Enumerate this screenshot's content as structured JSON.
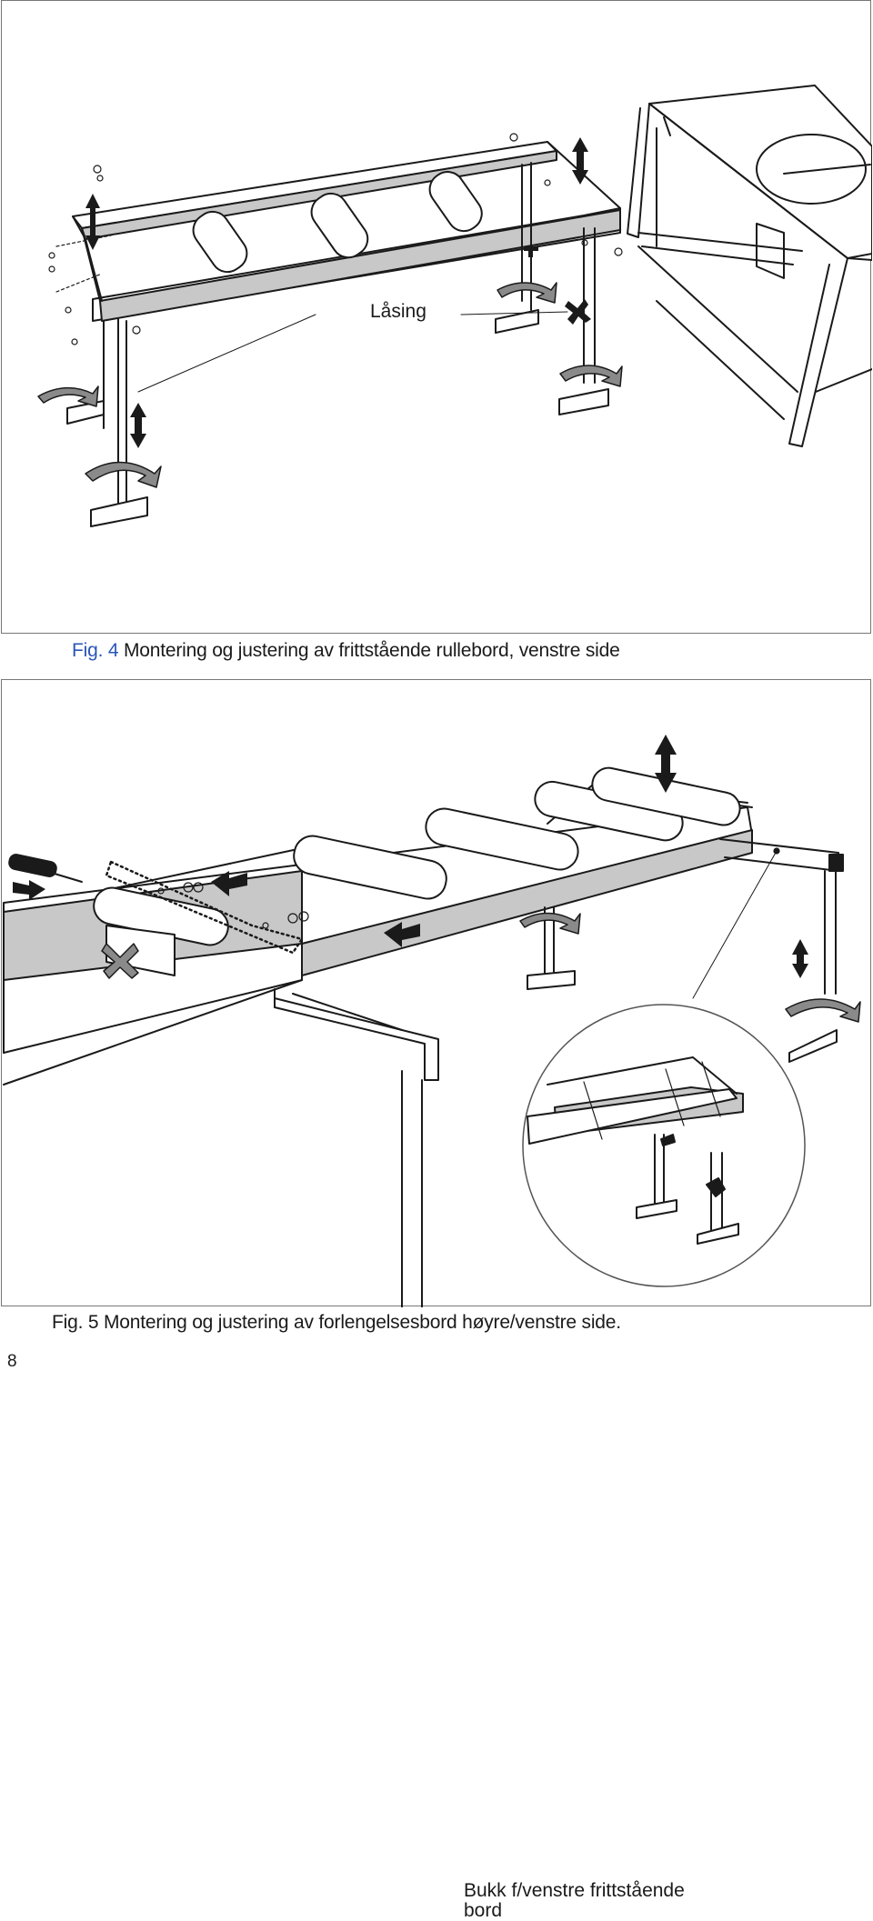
{
  "figure4": {
    "label": "Fig.",
    "number": "4",
    "caption": "Montering og justering av frittstående rullebord, venstre side",
    "callout": "Låsing"
  },
  "figure5": {
    "label": "Fig.",
    "number": "5",
    "caption": "Montering og justering av forlengelsesbord høyre/venstre side.",
    "callout": "Bukk f/venstre frittstående bord"
  },
  "page_number": "8",
  "colors": {
    "caption_accent": "#2a55b8",
    "rail_fill": "#c8c8c8",
    "line": "#1a1a1a",
    "arrow_fill": "#8a8a8a"
  }
}
